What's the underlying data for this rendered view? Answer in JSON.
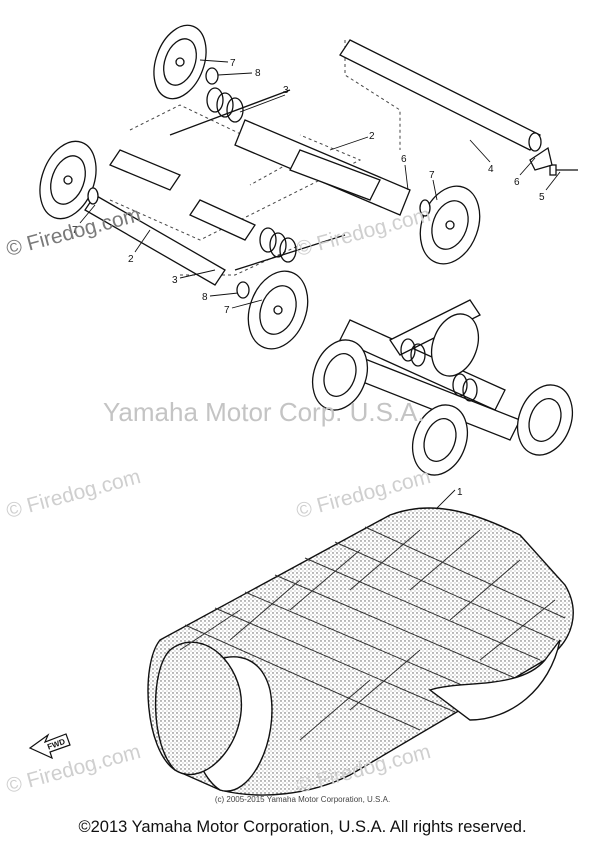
{
  "diagram": {
    "callouts": [
      "7",
      "8",
      "3",
      "2",
      "6",
      "7",
      "4",
      "6",
      "5",
      "7",
      "2",
      "3",
      "8",
      "7",
      "1"
    ],
    "fwd_label": "FWD"
  },
  "watermarks": {
    "firedog_text": "© Firedog.com",
    "center_text": "Yamaha Motor Corp. U.S.A."
  },
  "copyright_small": "(c) 2005-2015 Yamaha Motor Corporation, U.S.A.",
  "footer": "©2013 Yamaha Motor Corporation, U.S.A. All rights reserved."
}
